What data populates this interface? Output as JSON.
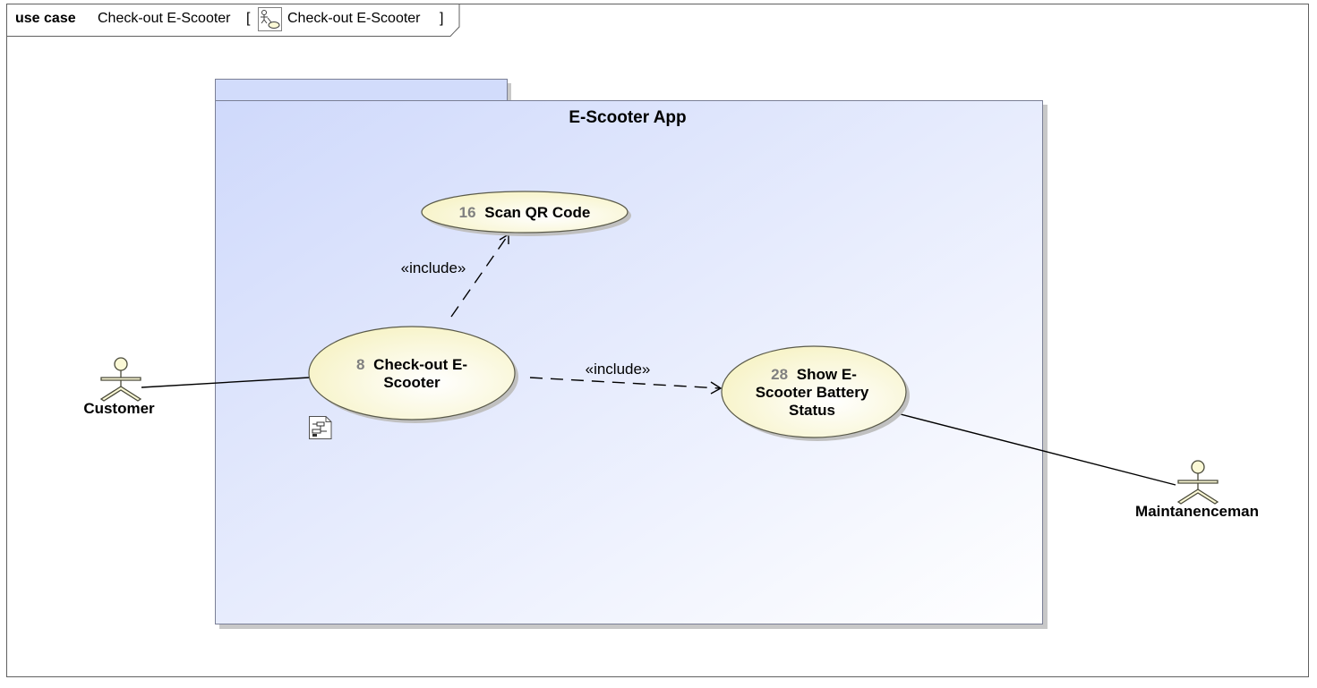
{
  "frame": {
    "kind": "use case",
    "name": "Check-out E-Scooter",
    "bracket_open": "[",
    "diagram_name": "Check-out E-Scooter",
    "bracket_close": "]",
    "diagram_icon": "use-case-diagram-icon"
  },
  "system": {
    "title": "E-Scooter App",
    "fill_from": "#cfd9fb",
    "fill_to": "#ffffff",
    "border": "#7a7f96"
  },
  "use_cases": [
    {
      "id": "16",
      "lines": [
        "Scan QR Code"
      ]
    },
    {
      "id": "8",
      "lines": [
        "Check-out E-",
        "Scooter"
      ],
      "icon": "activity-diagram-icon"
    },
    {
      "id": "28",
      "lines": [
        "Show E-",
        "Scooter Battery",
        "Status"
      ]
    }
  ],
  "actors": [
    {
      "name": "Customer",
      "icon": "actor-stick-figure-icon"
    },
    {
      "name": "Maintanenceman",
      "icon": "actor-stick-figure-icon"
    }
  ],
  "relations": [
    {
      "type": "include",
      "label": "«include»",
      "from": "Check-out E-Scooter",
      "to": "Scan QR Code"
    },
    {
      "type": "include",
      "label": "«include»",
      "from": "Check-out E-Scooter",
      "to": "Show E-Scooter Battery Status"
    },
    {
      "type": "association",
      "from": "Customer",
      "to": "Check-out E-Scooter"
    },
    {
      "type": "association",
      "from": "Maintanenceman",
      "to": "Show E-Scooter Battery Status"
    }
  ],
  "colors": {
    "usecase_fill": "#fbf9d6",
    "usecase_border": "#5a5a4a",
    "actor_fill": "#fbf9d6"
  }
}
